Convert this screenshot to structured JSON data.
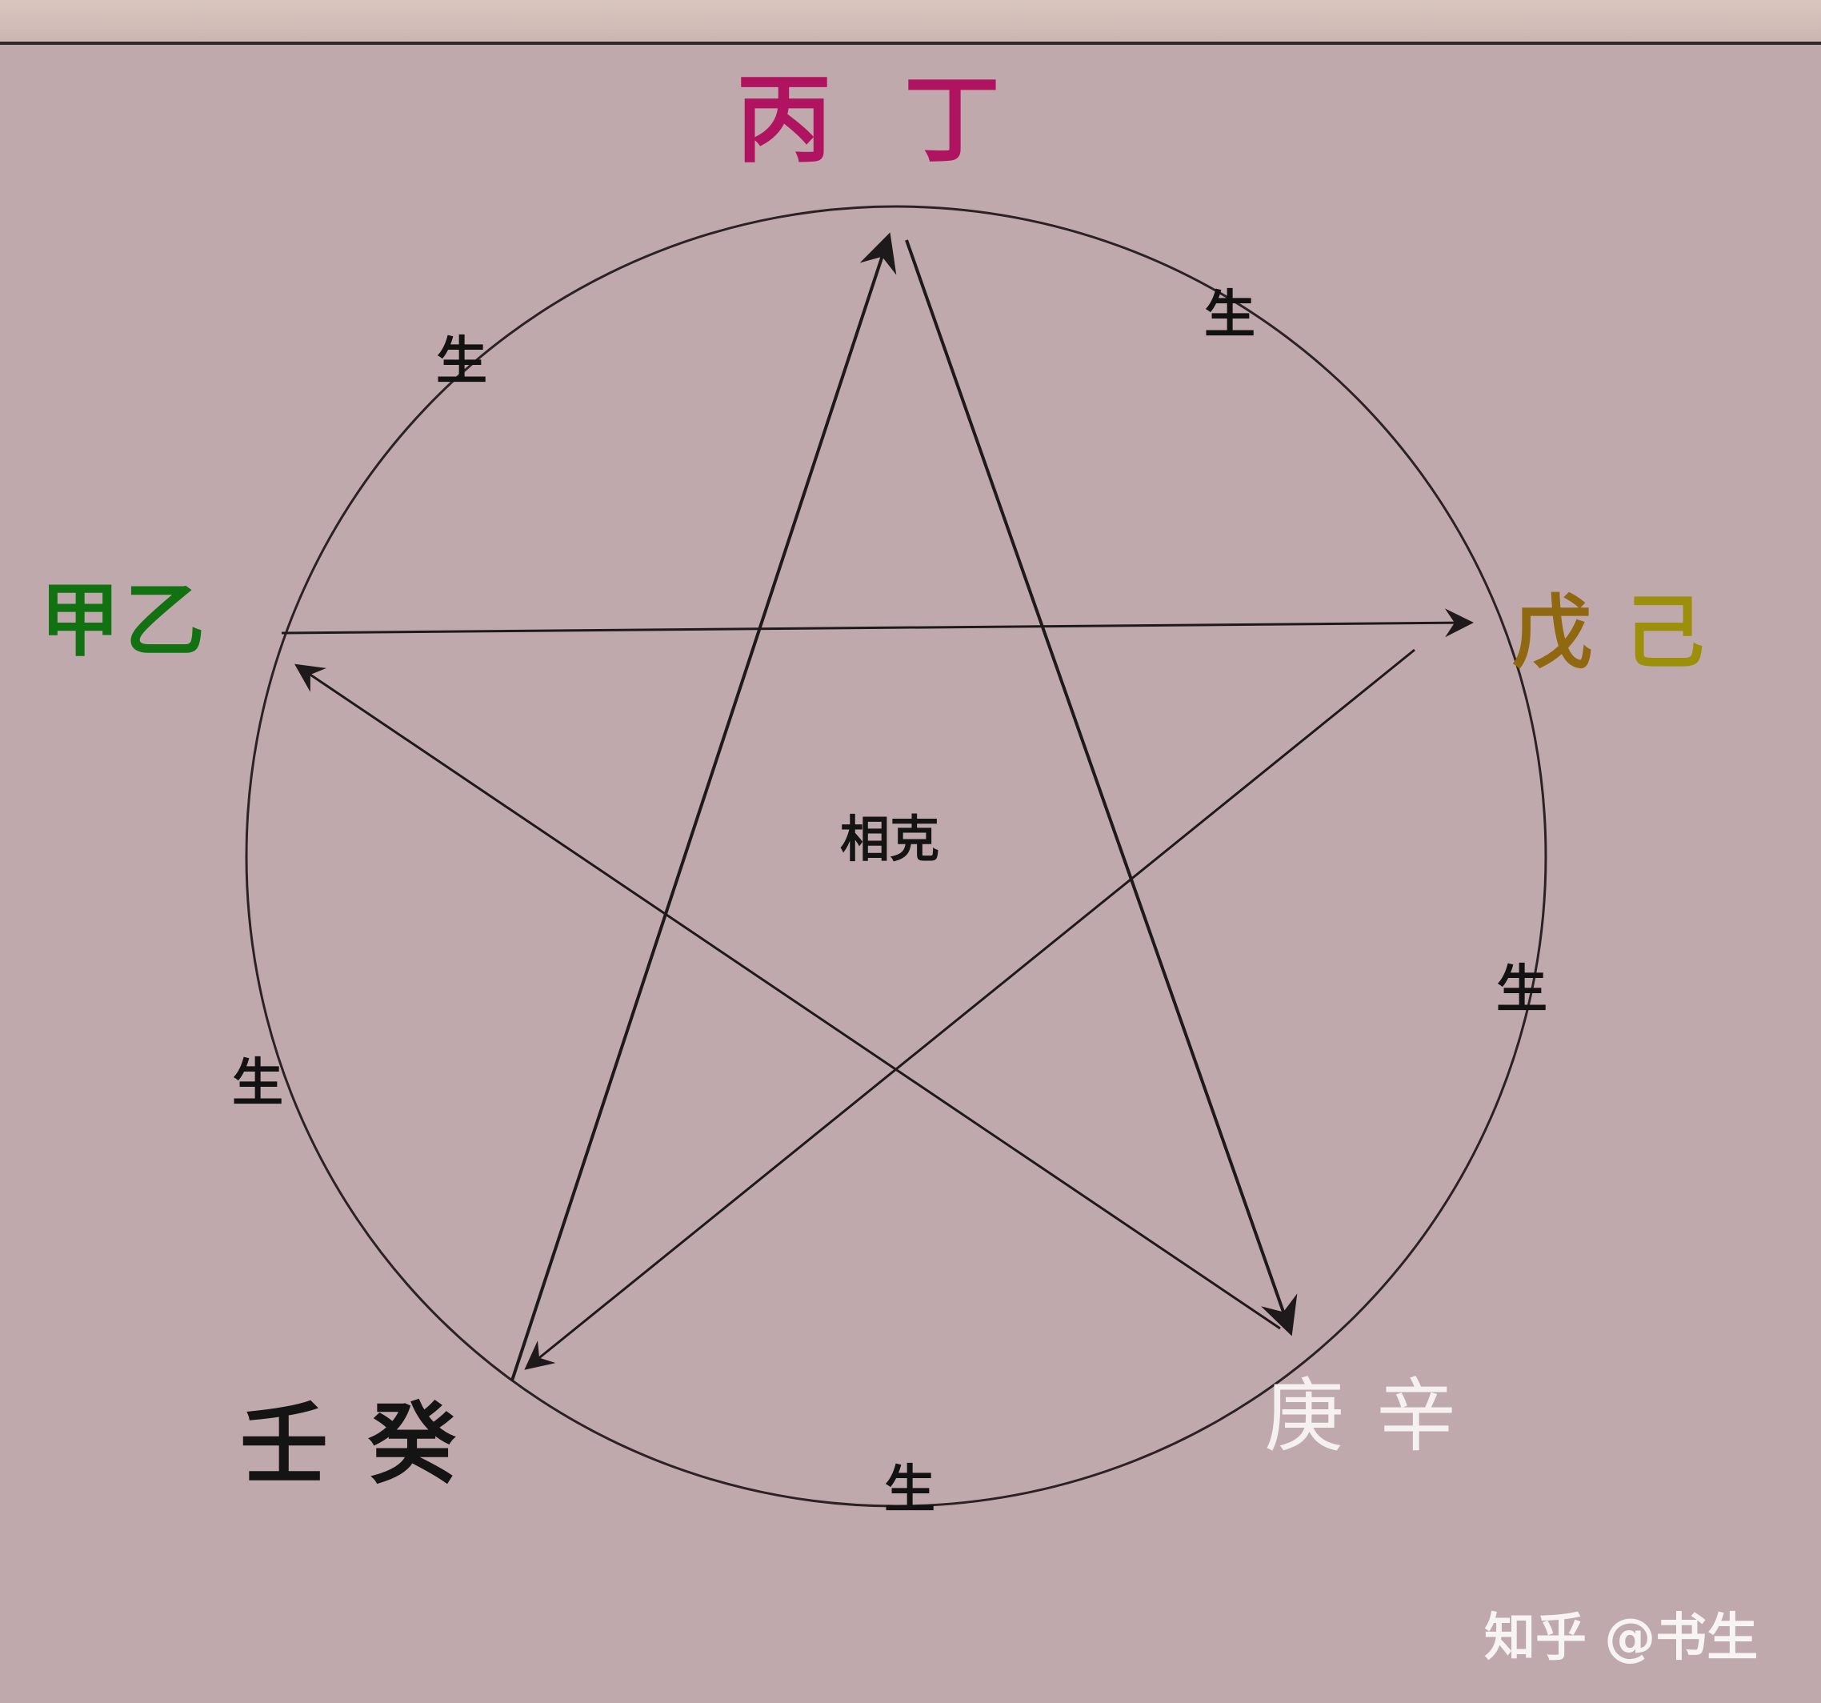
{
  "stems": {
    "top": [
      "丙",
      "丁"
    ],
    "left": [
      "甲",
      "乙"
    ],
    "right": [
      "戊",
      "己"
    ],
    "bottom_right": [
      "庚",
      "辛"
    ],
    "bottom_left": [
      "壬",
      "癸"
    ]
  },
  "generating_label": "生",
  "center_label": "相克",
  "watermark": "知乎 @书生",
  "colors": {
    "top": "#b01460",
    "left": "#127212",
    "right_1": "#8f6810",
    "right_2": "#9c900a",
    "bottom_right": "#f5f1f1",
    "bottom_left": "#141414",
    "lines": "#2a2226"
  }
}
